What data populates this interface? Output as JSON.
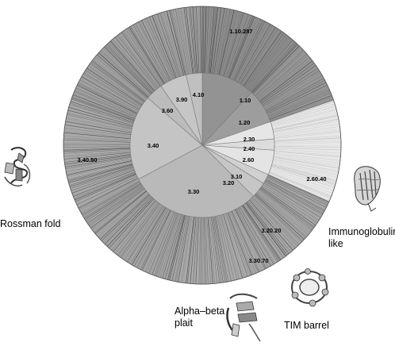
{
  "figure": {
    "inner_ring": [
      {
        "label": "1.10",
        "start": 0,
        "end": 43,
        "color": "#939393"
      },
      {
        "label": "1.20",
        "start": 43,
        "end": 71,
        "color": "#9d9d9d"
      },
      {
        "label": "2.30",
        "start": 71,
        "end": 85,
        "color": "#e6e6e6"
      },
      {
        "label": "2.40",
        "start": 85,
        "end": 94,
        "color": "#dcdcdc"
      },
      {
        "label": "2.60",
        "start": 94,
        "end": 114,
        "color": "#e4e4e4"
      },
      {
        "label": "3.10",
        "start": 114,
        "end": 122,
        "color": "#d0d0d0"
      },
      {
        "label": "3.20",
        "start": 122,
        "end": 135,
        "color": "#c6c6c6"
      },
      {
        "label": "3.30",
        "start": 135,
        "end": 242,
        "color": "#b9b9b9"
      },
      {
        "label": "3.40",
        "start": 242,
        "end": 311,
        "color": "#c4c4c4"
      },
      {
        "label": "3.60",
        "start": 311,
        "end": 325,
        "color": "#bcbcbc"
      },
      {
        "label": "3.90",
        "start": 325,
        "end": 347,
        "color": "#c6c6c6"
      },
      {
        "label": "4.10",
        "start": 347,
        "end": 360,
        "color": "#c0c0c0"
      }
    ],
    "outer_ring": [
      {
        "label": "1.10.287",
        "start": 0,
        "end": 43,
        "color": "#8e8e8e"
      },
      {
        "label": "",
        "start": 43,
        "end": 71,
        "color": "#979797"
      },
      {
        "label": "2.60.40",
        "start": 71,
        "end": 114,
        "color": "#e8e8e8"
      },
      {
        "label": "3.20.20",
        "start": 114,
        "end": 146,
        "color": "#a6a6a6"
      },
      {
        "label": "3.30.70",
        "start": 146,
        "end": 190,
        "color": "#a9a9a9"
      },
      {
        "label": "",
        "start": 190,
        "end": 243,
        "color": "#a3a3a3"
      },
      {
        "label": "3.40.50",
        "start": 243,
        "end": 290,
        "color": "#a9a9a9"
      },
      {
        "label": "",
        "start": 290,
        "end": 360,
        "color": "#a0a0a0"
      }
    ],
    "folds": [
      {
        "name": "rossman-fold",
        "lines": [
          "Rossman fold"
        ]
      },
      {
        "name": "immunoglobulin-like",
        "lines": [
          "Immunoglobulin",
          "like"
        ]
      },
      {
        "name": "tim-barrel",
        "lines": [
          "TIM barrel"
        ]
      },
      {
        "name": "alpha-beta-plait",
        "lines": [
          "Alpha–beta",
          "plait"
        ]
      }
    ]
  }
}
